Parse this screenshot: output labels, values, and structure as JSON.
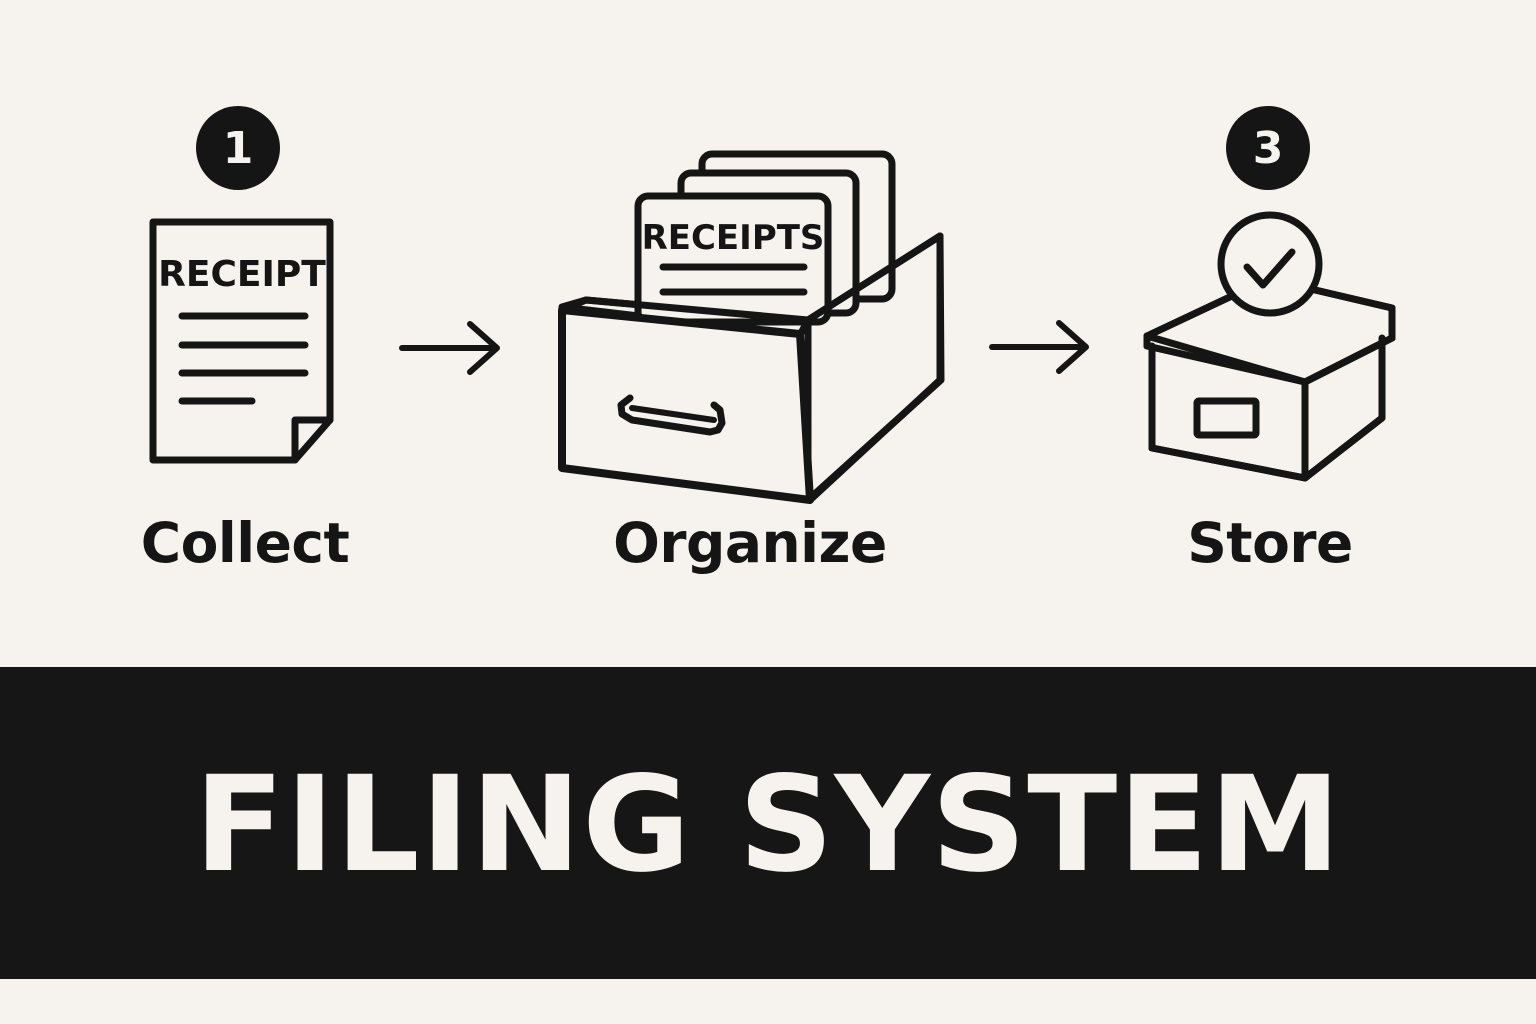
{
  "steps": [
    {
      "number": "1",
      "label": "Collect",
      "icon": "receipt-document-icon",
      "icon_text": "RECEIPT"
    },
    {
      "number": "",
      "label": "Organize",
      "icon": "filing-drawer-icon",
      "icon_text": "RECEIPTS"
    },
    {
      "number": "3",
      "label": "Store",
      "icon": "storage-box-check-icon",
      "icon_text": ""
    }
  ],
  "arrows": [
    "arrow-right-icon",
    "arrow-right-icon"
  ],
  "banner": {
    "title": "FILING SYSTEM"
  },
  "colors": {
    "background": "#f6f3ee",
    "ink": "#151515",
    "banner": "#161616"
  }
}
